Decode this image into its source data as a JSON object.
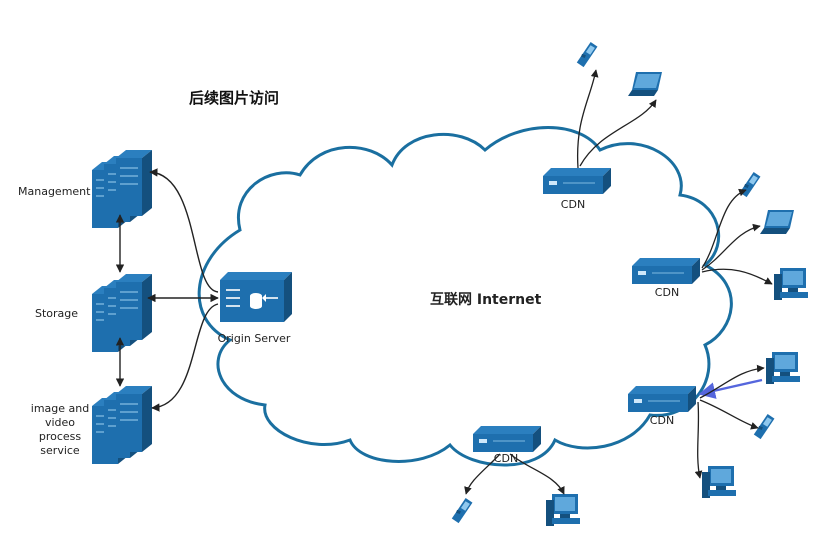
{
  "title": "后续图片访问",
  "internet_label": "互联网 Internet",
  "origin_label": "Origin Server",
  "servers": [
    {
      "label_lines": [
        "Management"
      ]
    },
    {
      "label_lines": [
        "Storage"
      ]
    },
    {
      "label_lines": [
        "image and",
        "video",
        "process",
        "service"
      ]
    }
  ],
  "cdn": [
    {
      "label": "CDN"
    },
    {
      "label": "CDN"
    },
    {
      "label": "CDN"
    },
    {
      "label": "CDN"
    }
  ],
  "colors": {
    "cloud_stroke": "#1a6fa0",
    "device_blue": "#1e6fae",
    "arrow": "#333333",
    "highlight_arrow": "#5566dd"
  }
}
